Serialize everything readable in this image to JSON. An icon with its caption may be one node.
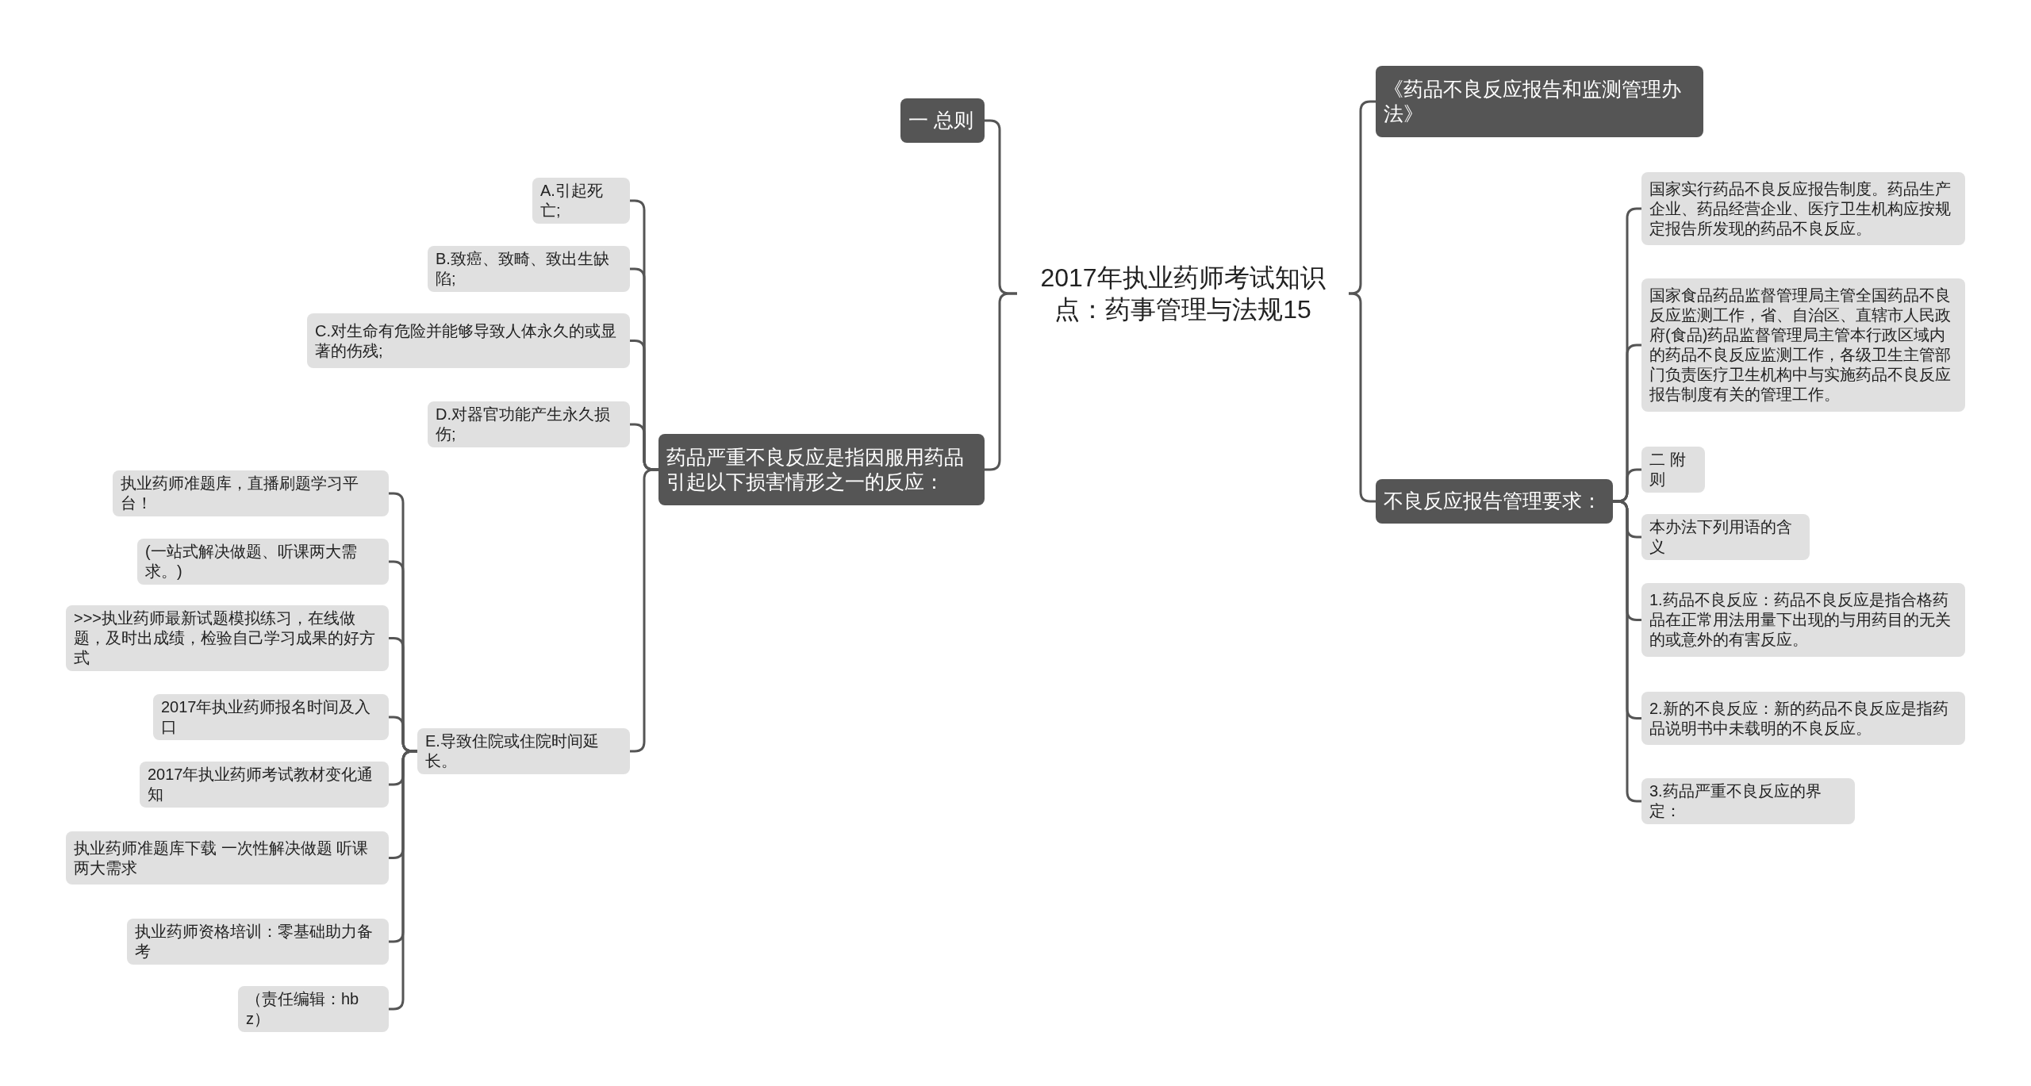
{
  "diagram": {
    "nodes": [
      {
        "text": [
          "2017年执业药师考试知识点：药事管理与法规15"
        ]
      },
      {
        "text": [
          "一 总则"
        ]
      },
      {
        "text": [
          "药品严重不良反应是指因服用药品引起以下损害情形之一的反应："
        ]
      },
      {
        "text": [
          "A.引起死亡;"
        ]
      },
      {
        "text": [
          "B.致癌、致畸、致出生缺陷;"
        ]
      },
      {
        "text": [
          "C.对生命有危险并能够导致人体永久的或显著的伤残;"
        ]
      },
      {
        "text": [
          "D.对器官功能产生永久损伤;"
        ]
      },
      {
        "text": [
          "E.导致住院或住院时间延长。"
        ]
      },
      {
        "text": [
          "执业药师准题库，直播刷题学习平台！"
        ]
      },
      {
        "text": [
          "(一站式解决做题、听课两大需求。)"
        ]
      },
      {
        "text": [
          ">>>执业药师最新试题模拟练习，在线做题，及时出成绩，检验自己学习成果的好方式"
        ]
      },
      {
        "text": [
          "2017年执业药师报名时间及入口"
        ]
      },
      {
        "text": [
          "2017年执业药师考试教材变化通知"
        ]
      },
      {
        "text": [
          "执业药师准题库下载 一次性解决做题 听课两大需求"
        ]
      },
      {
        "text": [
          "执业药师资格培训：零基础助力备考"
        ]
      },
      {
        "text": [
          "（责任编辑：hbz）"
        ]
      },
      {
        "text": [
          "《药品不良反应报告和监测管理办法》"
        ]
      },
      {
        "text": [
          "不良反应报告管理要求："
        ]
      },
      {
        "text": [
          "国家实行药品不良反应报告制度。药品生产企业、药品经营企业、医疗卫生机构应按规定报告所发现的药品不良反应。"
        ]
      },
      {
        "text": [
          "国家食品药品监督管理局主管全国药品不良反应监测工作，省、自治区、直辖市人民政府(食品)药品监督管理局主管本行政区域内的药品不良反应监测工作，各级卫生主管部门负责医疗卫生机构中与实施药品不良反应报告制度有关的管理工作。"
        ]
      },
      {
        "text": [
          "二 附则"
        ]
      },
      {
        "text": [
          "本办法下列用语的含义"
        ]
      },
      {
        "text": [
          "1.药品不良反应：药品不良反应是指合格药品在正常用法用量下出现的与用药目的无关的或意外的有害反应。"
        ]
      },
      {
        "text": [
          "2.新的不良反应：新的药品不良反应是指药品说明书中未载明的不良反应。"
        ]
      },
      {
        "text": [
          "3.药品严重不良反应的界定："
        ]
      }
    ],
    "edges": [
      {
        "from": 0,
        "to": 1,
        "arrow": "none"
      },
      {
        "from": 0,
        "to": 2,
        "arrow": "none"
      },
      {
        "from": 2,
        "to": 3,
        "arrow": "none"
      },
      {
        "from": 2,
        "to": 4,
        "arrow": "none"
      },
      {
        "from": 2,
        "to": 5,
        "arrow": "none"
      },
      {
        "from": 2,
        "to": 6,
        "arrow": "none"
      },
      {
        "from": 2,
        "to": 7,
        "arrow": "none"
      },
      {
        "from": 7,
        "to": 8,
        "arrow": "none"
      },
      {
        "from": 7,
        "to": 9,
        "arrow": "none"
      },
      {
        "from": 7,
        "to": 10,
        "arrow": "none"
      },
      {
        "from": 7,
        "to": 11,
        "arrow": "none"
      },
      {
        "from": 7,
        "to": 12,
        "arrow": "none"
      },
      {
        "from": 7,
        "to": 13,
        "arrow": "none"
      },
      {
        "from": 7,
        "to": 14,
        "arrow": "none"
      },
      {
        "from": 7,
        "to": 15,
        "arrow": "none"
      },
      {
        "from": 0,
        "to": 16,
        "arrow": "none"
      },
      {
        "from": 0,
        "to": 17,
        "arrow": "none"
      },
      {
        "from": 17,
        "to": 18,
        "arrow": "none"
      },
      {
        "from": 17,
        "to": 19,
        "arrow": "none"
      },
      {
        "from": 17,
        "to": 20,
        "arrow": "none"
      },
      {
        "from": 17,
        "to": 21,
        "arrow": "none"
      },
      {
        "from": 17,
        "to": 22,
        "arrow": "none"
      },
      {
        "from": 17,
        "to": 23,
        "arrow": "none"
      },
      {
        "from": 17,
        "to": 24,
        "arrow": "none"
      }
    ]
  }
}
